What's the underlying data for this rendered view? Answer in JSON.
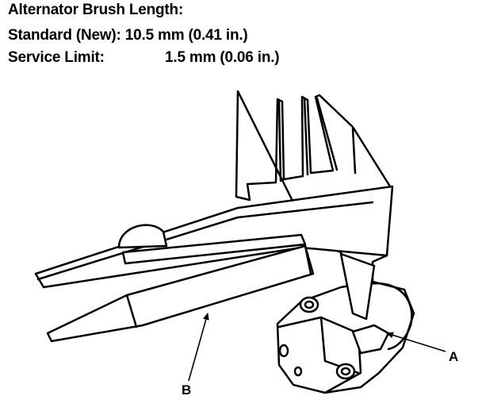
{
  "specs": {
    "title": "Alternator Brush Length:",
    "standard": "Standard (New): 10.5 mm (0.41 in.)",
    "limit_label": "Service Limit:",
    "limit_value": "1.5 mm (0.06 in.)"
  },
  "callouts": {
    "a": "A",
    "b": "B"
  }
}
